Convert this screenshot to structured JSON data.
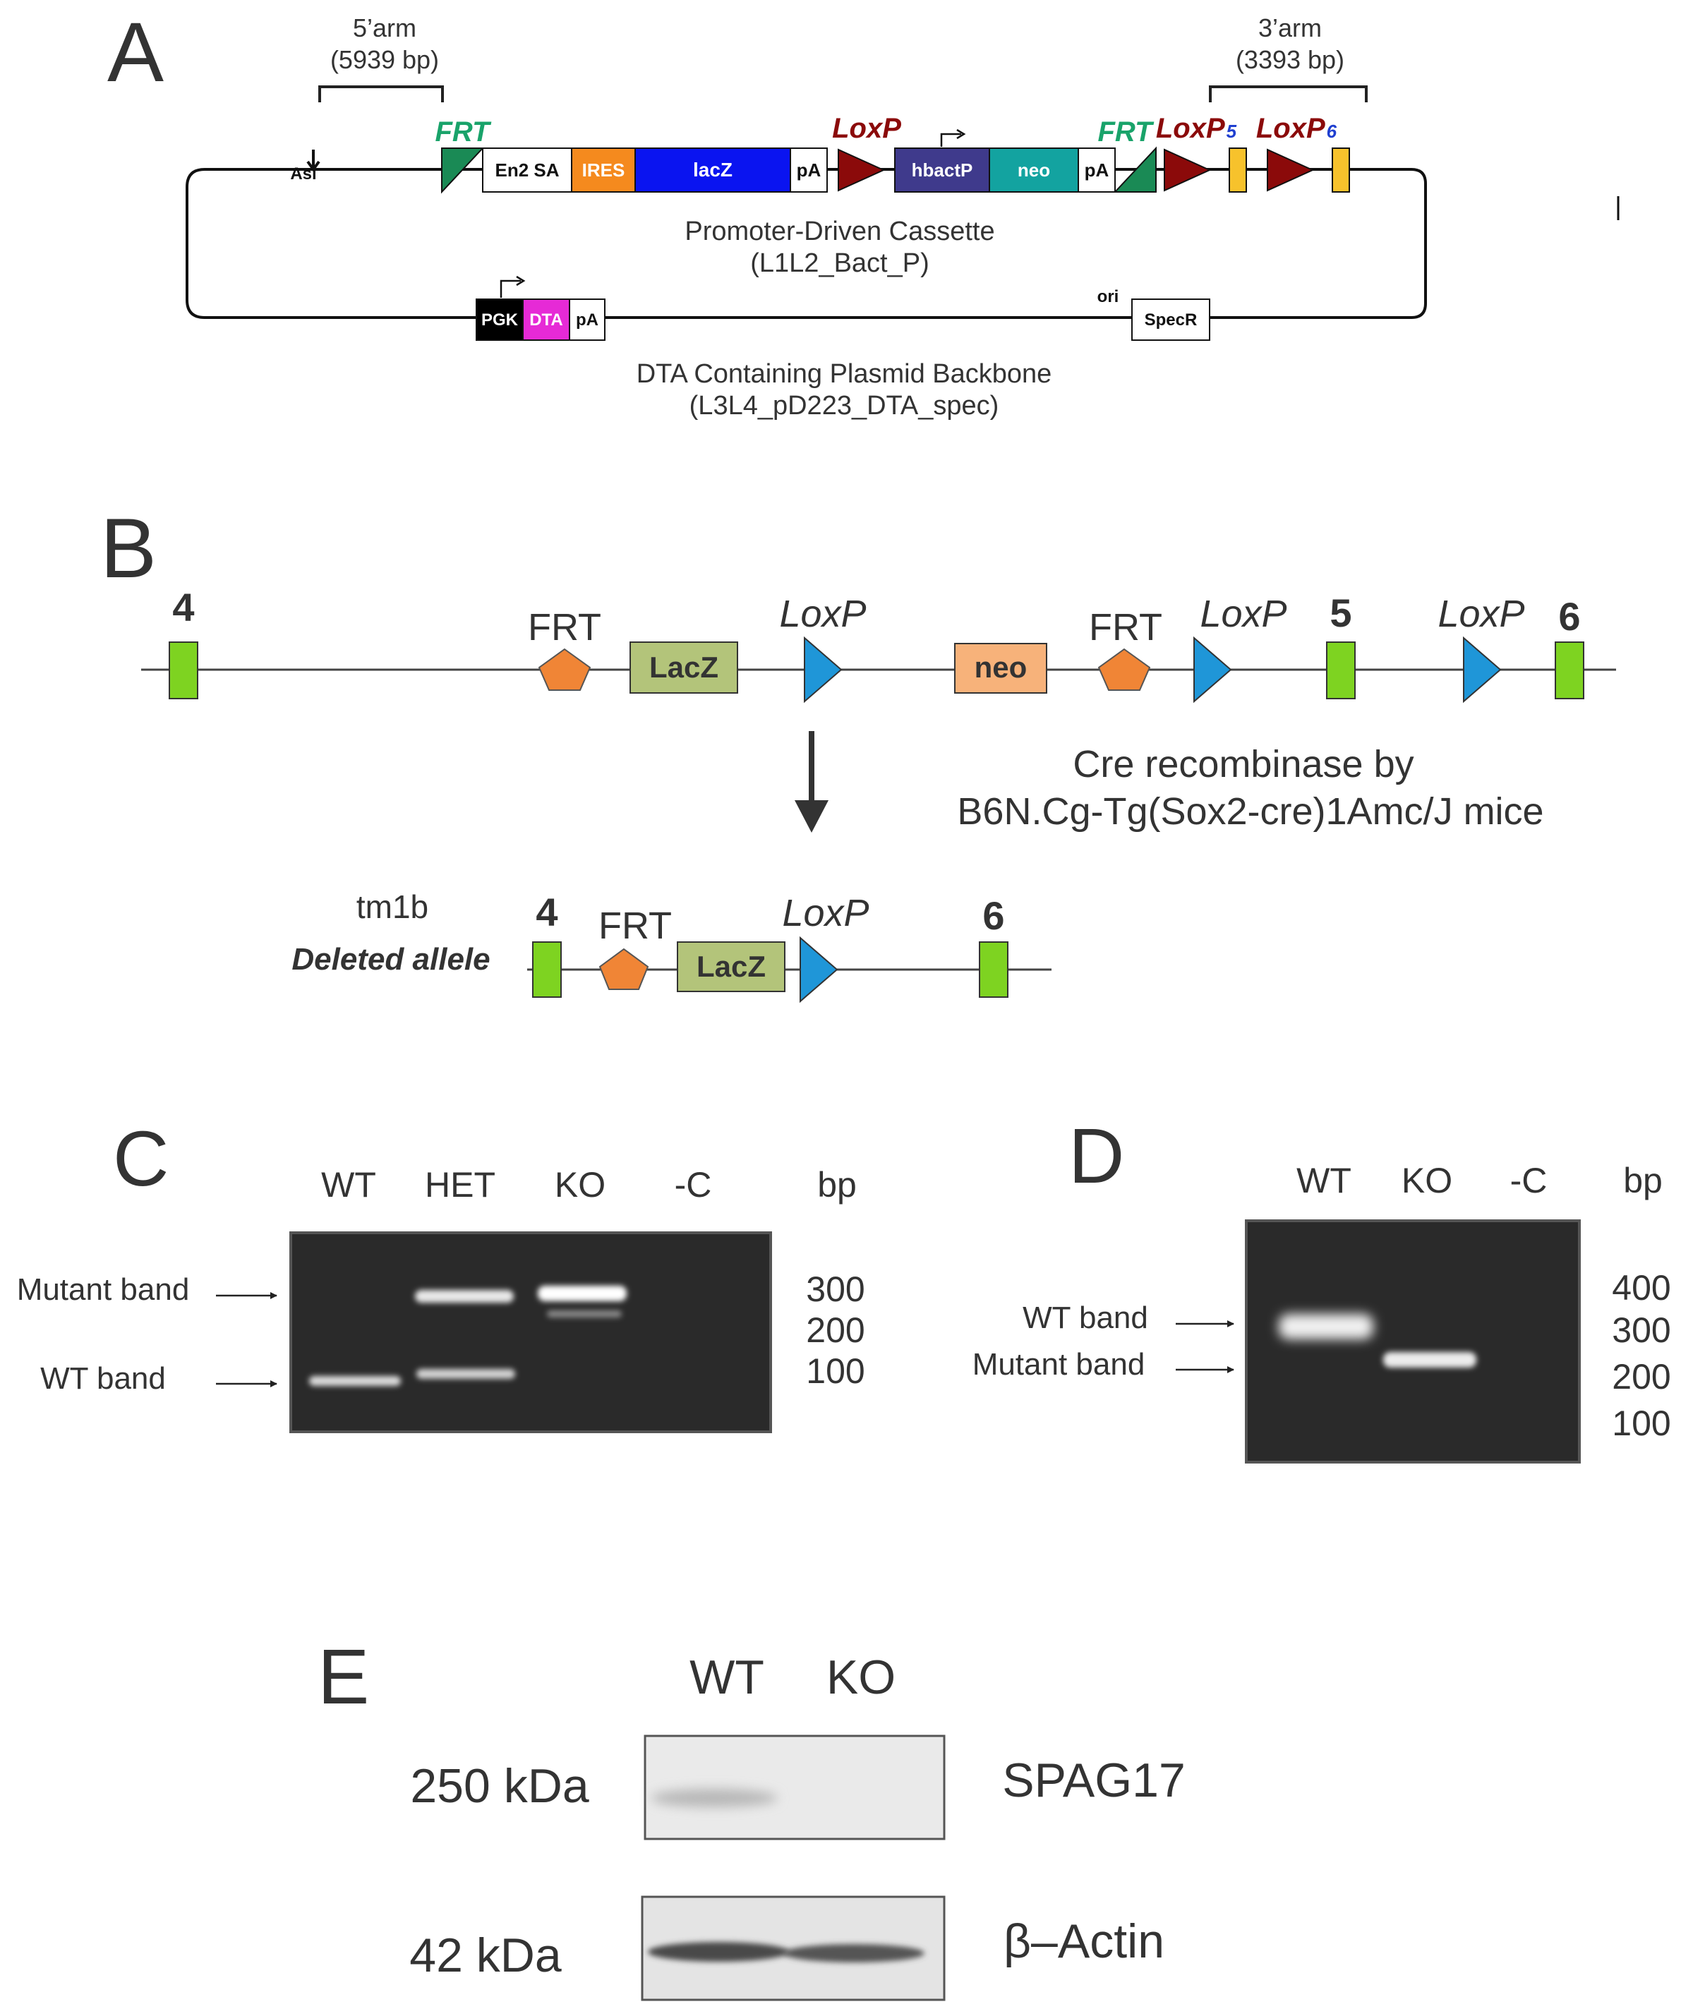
{
  "colors": {
    "frt_green": "#1a8a55",
    "frt_text": "#19a36a",
    "loxp_red": "#8b0a0a",
    "exon_gold": "#f7c22c",
    "ires": "#f58a1e",
    "lacz_blue": "#0a14f0",
    "hbactp": "#3f3a8c",
    "neo_teal": "#13a3a0",
    "dta_magenta": "#e62ad6",
    "exon_green": "#7ed321",
    "frt_orange": "#f08536",
    "loxp_blue": "#1f96d8",
    "lacz_olive": "#b3c47a",
    "neo_orange": "#f7b27a",
    "num_blue": "#1f3fd0"
  },
  "panelA": {
    "label": "A",
    "arm5_label": "5’arm",
    "arm5_size": "(5939 bp)",
    "arm3_label": "3’arm",
    "arm3_size": "(3393 bp)",
    "asi_label": "Asi",
    "frt": "FRT",
    "loxp": "LoxP",
    "loxp_5": "5",
    "loxp_6": "6",
    "en2sa": "En2 SA",
    "ires": "IRES",
    "lacz": "lacZ",
    "pa": "pA",
    "hbactp": "hbactP",
    "neo": "neo",
    "cassette_title": "Promoter-Driven Cassette",
    "cassette_sub": "(L1L2_Bact_P)",
    "pgk": "PGK",
    "dta": "DTA",
    "ori": "ori",
    "specr": "SpecR",
    "backbone_title": "DTA Containing Plasmid Backbone",
    "backbone_sub": "(L3L4_pD223_DTA_spec)"
  },
  "panelB": {
    "label": "B",
    "exon4": "4",
    "exon5": "5",
    "exon6": "6",
    "frt": "FRT",
    "lacz": "LacZ",
    "loxp": "LoxP",
    "neo": "neo",
    "cre_line1": "Cre recombinase by",
    "cre_line2": "B6N.Cg-Tg(Sox2-cre)1Amc/J mice",
    "tm1b": "tm1b",
    "deleted_allele": "Deleted allele"
  },
  "panelC": {
    "label": "C",
    "lanes": [
      "WT",
      "HET",
      "KO",
      "-C"
    ],
    "bp_label": "bp",
    "markers": [
      "300",
      "200",
      "100"
    ],
    "mutant_band": "Mutant band",
    "wt_band": "WT band"
  },
  "panelD": {
    "label": "D",
    "lanes": [
      "WT",
      "KO",
      "-C"
    ],
    "bp_label": "bp",
    "markers": [
      "400",
      "300",
      "200",
      "100"
    ],
    "wt_band": "WT band",
    "mutant_band": "Mutant band"
  },
  "panelE": {
    "label": "E",
    "lanes": [
      "WT",
      "KO"
    ],
    "mw_top": "250 kDa",
    "mw_bottom": "42 kDa",
    "protein_top": "SPAG17",
    "protein_bottom": "β–Actin"
  }
}
